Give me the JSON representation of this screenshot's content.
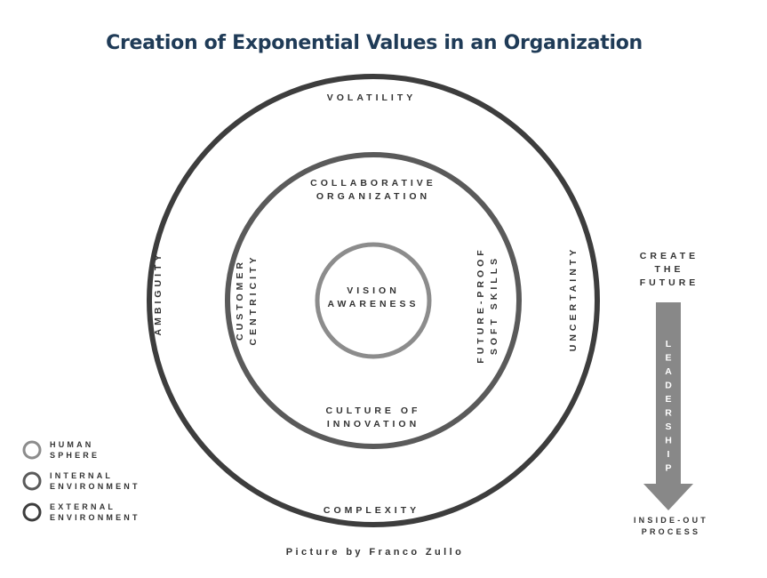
{
  "title": "Creation of Exponential Values in an Organization",
  "colors": {
    "title": "#1f3b57",
    "text": "#333333",
    "outer_ring": "#3d3d3d",
    "middle_ring": "#5a5a5a",
    "inner_ring": "#8c8c8c",
    "arrow": "#888888",
    "arrow_text": "#ffffff"
  },
  "outer_ring": {
    "top": "VOLATILITY",
    "left": "AMBIGUITY",
    "right": "UNCERTAINTY",
    "bottom": "COMPLEXITY"
  },
  "middle_ring": {
    "top": [
      "COLLABORATIVE",
      "ORGANIZATION"
    ],
    "left": [
      "CUSTOMER",
      "CENTRICITY"
    ],
    "right": [
      "FUTURE-PROOF",
      "SOFT SKILLS"
    ],
    "bottom": [
      "CULTURE OF",
      "INNOVATION"
    ]
  },
  "inner_ring": {
    "label": [
      "VISION",
      "AWARENESS"
    ]
  },
  "legend": [
    {
      "lines": [
        "HUMAN",
        "SPHERE"
      ],
      "color": "#8c8c8c"
    },
    {
      "lines": [
        "INTERNAL",
        "ENVIRONMENT"
      ],
      "color": "#5a5a5a"
    },
    {
      "lines": [
        "EXTERNAL",
        "ENVIRONMENT"
      ],
      "color": "#3d3d3d"
    }
  ],
  "arrow": {
    "top_label": [
      "CREATE",
      "THE",
      "FUTURE"
    ],
    "inner_label": "LEADERSHIP",
    "bottom_label": [
      "INSIDE-OUT",
      "PROCESS"
    ]
  },
  "credit": "Picture by Franco Zullo"
}
